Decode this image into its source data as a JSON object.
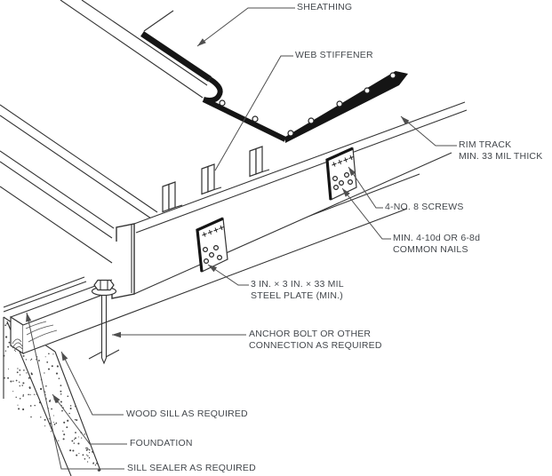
{
  "diagram": {
    "labels": [
      {
        "id": "sheathing",
        "lines": [
          "SHEATHING"
        ]
      },
      {
        "id": "web-stiffener",
        "lines": [
          "WEB STIFFENER"
        ]
      },
      {
        "id": "rim-track",
        "lines": [
          "RIM TRACK",
          "MIN. 33 MIL THICK"
        ]
      },
      {
        "id": "screws",
        "lines": [
          "4-NO. 8 SCREWS"
        ]
      },
      {
        "id": "common-nails",
        "lines": [
          "MIN. 4-10d OR 6-8d",
          "COMMON NAILS"
        ]
      },
      {
        "id": "steel-plate",
        "lines": [
          "3 IN. × 3 IN. × 33 MIL",
          "STEEL PLATE (MIN.)"
        ]
      },
      {
        "id": "anchor-bolt",
        "lines": [
          "ANCHOR BOLT OR OTHER",
          "CONNECTION AS REQUIRED"
        ]
      },
      {
        "id": "wood-sill",
        "lines": [
          "WOOD SILL AS REQUIRED"
        ]
      },
      {
        "id": "foundation",
        "lines": [
          "FOUNDATION"
        ]
      },
      {
        "id": "sill-sealer",
        "lines": [
          "SILL SEALER AS REQUIRED"
        ]
      }
    ],
    "colors": {
      "background": "#ffffff",
      "line": "#333333",
      "heavy": "#151515",
      "leader": "#4f4f4f",
      "text": "#43474c"
    }
  }
}
